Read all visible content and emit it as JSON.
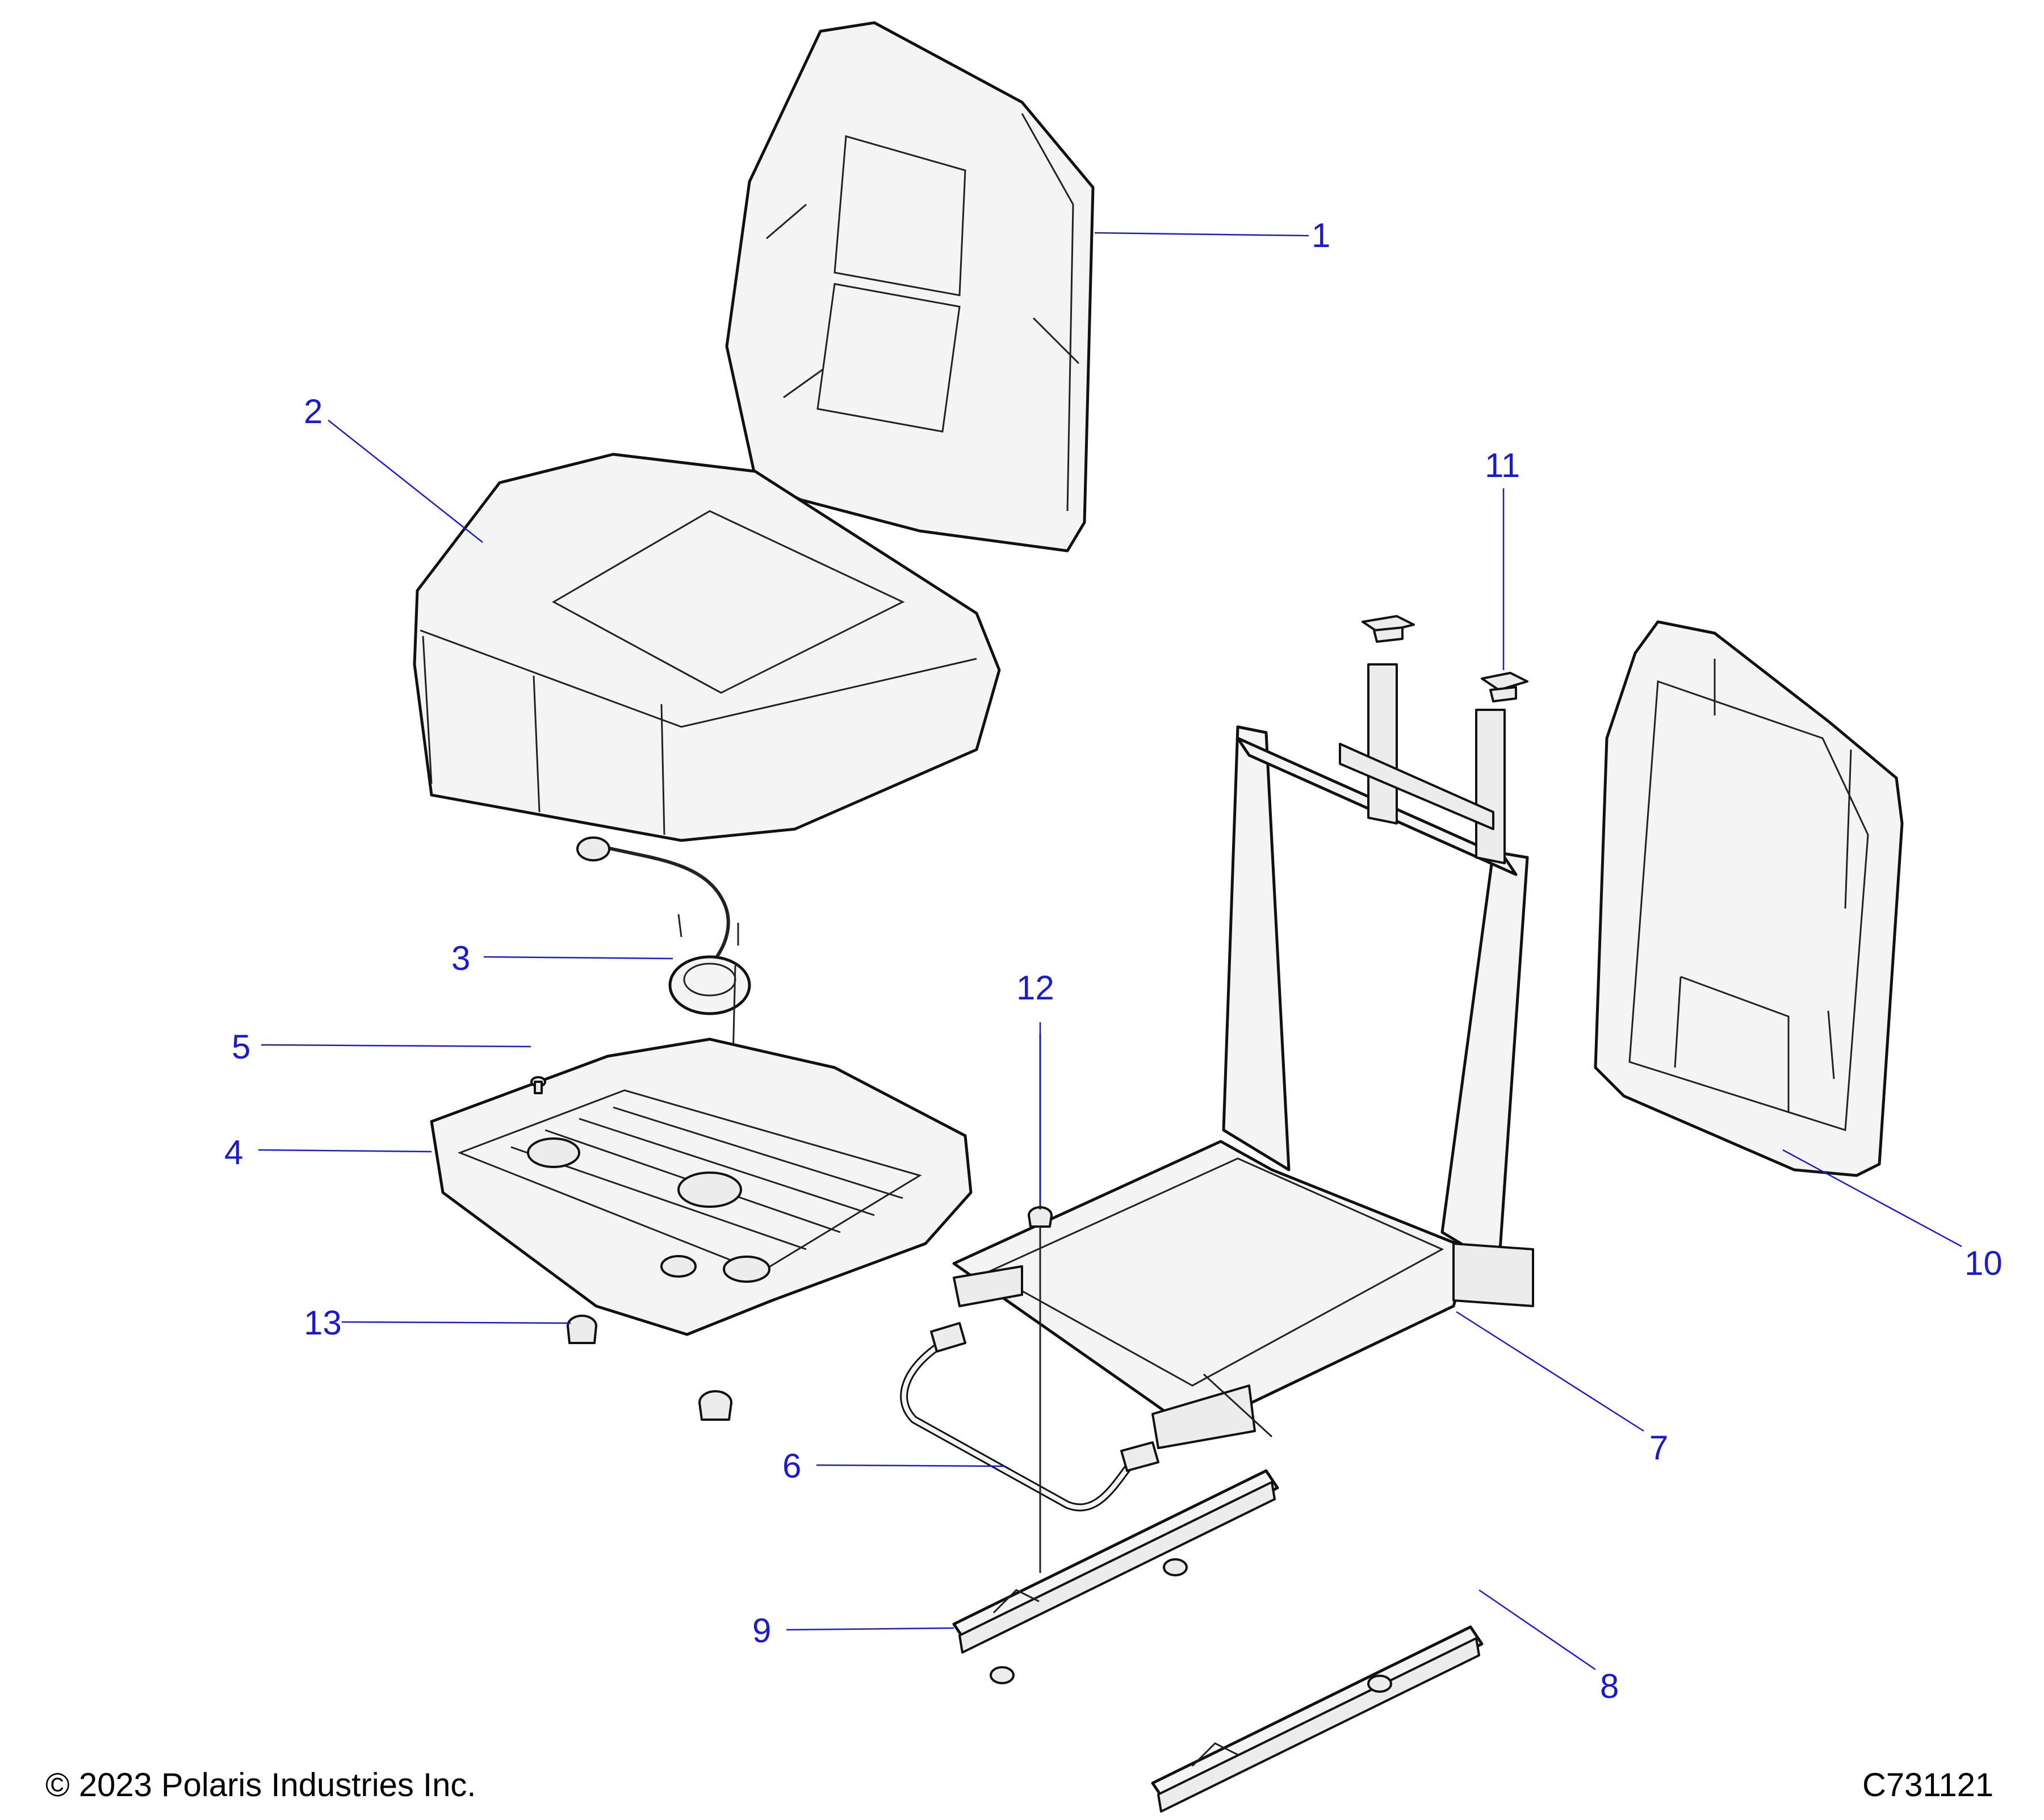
{
  "diagram": {
    "copyright": "© 2023 Polaris Industries Inc.",
    "drawing_number": "C731121",
    "colors": {
      "callout": "#1a1ad4",
      "line": "#111111",
      "part_fill": "#f4f4f4"
    },
    "callouts": [
      {
        "id": "1",
        "label": "1"
      },
      {
        "id": "2",
        "label": "2"
      },
      {
        "id": "3",
        "label": "3"
      },
      {
        "id": "4",
        "label": "4"
      },
      {
        "id": "5",
        "label": "5"
      },
      {
        "id": "6",
        "label": "6"
      },
      {
        "id": "7",
        "label": "7"
      },
      {
        "id": "8",
        "label": "8"
      },
      {
        "id": "9",
        "label": "9"
      },
      {
        "id": "10",
        "label": "10"
      },
      {
        "id": "11",
        "label": "11"
      },
      {
        "id": "12",
        "label": "12"
      },
      {
        "id": "13",
        "label": "13"
      }
    ]
  }
}
